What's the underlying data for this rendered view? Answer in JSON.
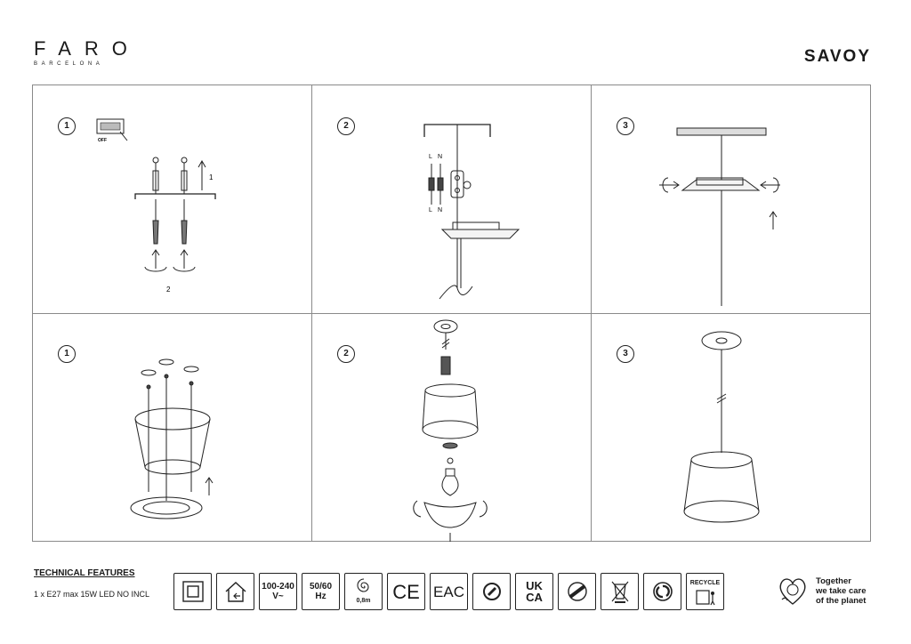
{
  "brand": {
    "name": "FARO",
    "sub": "BARCELONA"
  },
  "product": "SAVOY",
  "panels": [
    {
      "step": "1",
      "switch_label": "OFF",
      "arrow_label_1": "1",
      "arrow_label_2": "2"
    },
    {
      "step": "2",
      "wire_l": "L",
      "wire_n": "N"
    },
    {
      "step": "3"
    },
    {
      "step": "1"
    },
    {
      "step": "2"
    },
    {
      "step": "3"
    }
  ],
  "technical": {
    "title": "TECHNICAL FEATURES",
    "spec": "1 x E27 max 15W LED NO INCL"
  },
  "icons": {
    "voltage_top": "100-240",
    "voltage_bottom": "V~",
    "freq_top": "50/60",
    "freq_bottom": "Hz",
    "cable_length": "0,8m",
    "ce": "CE",
    "eac": "EAC",
    "ukca_top": "UK",
    "ukca_bottom": "CA",
    "recycle_label": "RECYCLE"
  },
  "eco_text": [
    "Together",
    "we take care",
    "of the planet"
  ]
}
